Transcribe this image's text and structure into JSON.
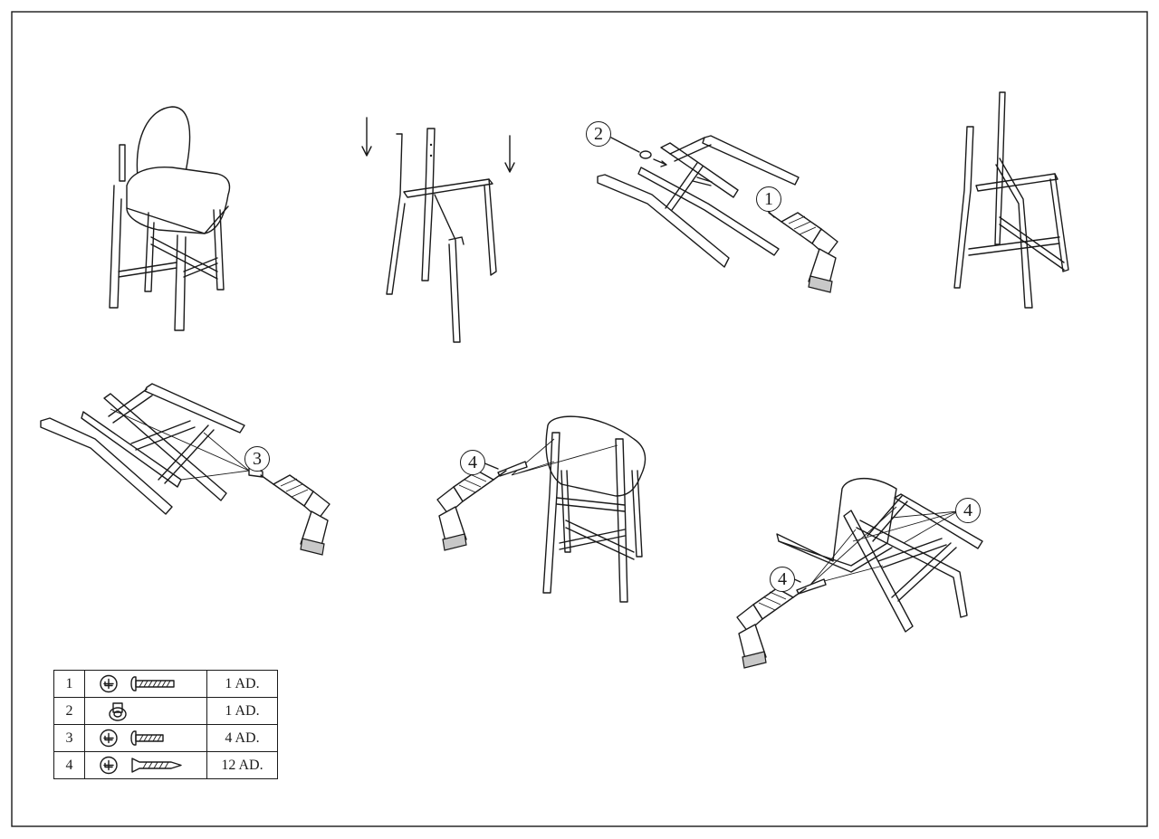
{
  "steps": [
    {
      "id": "step-1"
    },
    {
      "id": "step-2"
    },
    {
      "id": "step-3",
      "callouts": [
        "2",
        "1"
      ]
    },
    {
      "id": "step-4"
    },
    {
      "id": "step-5",
      "callouts": [
        "3"
      ]
    },
    {
      "id": "step-6",
      "callouts": [
        "4"
      ]
    },
    {
      "id": "step-7",
      "callouts": [
        "4",
        "4"
      ]
    }
  ],
  "parts": [
    {
      "number": "1",
      "icon": "machine-screw-icon",
      "quantity": "1 AD."
    },
    {
      "number": "2",
      "icon": "barrel-nut-icon",
      "quantity": "1 AD."
    },
    {
      "number": "3",
      "icon": "short-screw-icon",
      "quantity": "4 AD."
    },
    {
      "number": "4",
      "icon": "wood-screw-icon",
      "quantity": "12 AD."
    }
  ]
}
